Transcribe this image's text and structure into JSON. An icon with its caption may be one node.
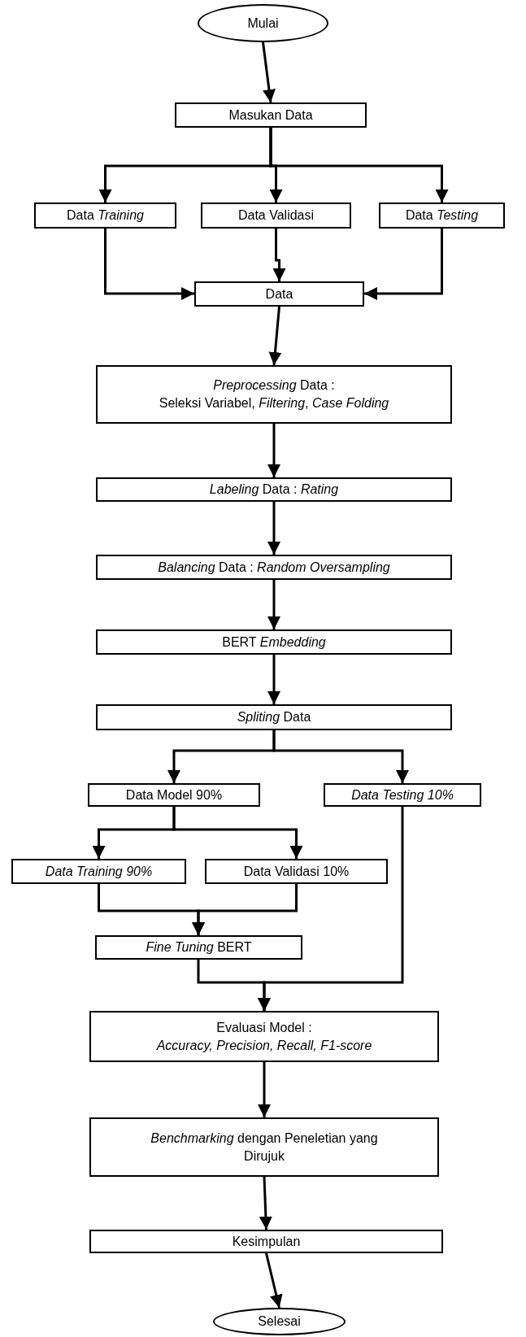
{
  "diagram": {
    "nodes": [
      {
        "text": [
          "Mulai"
        ]
      },
      {
        "text": [
          "Masukan Data"
        ]
      },
      {
        "text": [
          "Data *Training*"
        ]
      },
      {
        "text": [
          "Data Validasi"
        ]
      },
      {
        "text": [
          "Data *Testing*"
        ]
      },
      {
        "text": [
          "Data"
        ]
      },
      {
        "text": [
          "*Preprocessing* Data :",
          "Seleksi Variabel, *Filtering*, *Case Folding*"
        ]
      },
      {
        "text": [
          "*Labeling* Data : *Rating*"
        ]
      },
      {
        "text": [
          "*Balancing* Data : *Random Oversampling*"
        ]
      },
      {
        "text": [
          "BERT *Embedding*"
        ]
      },
      {
        "text": [
          "*Spliting* Data"
        ]
      },
      {
        "text": [
          "Data Model 90%"
        ]
      },
      {
        "text": [
          "*Data Testing 10%*"
        ]
      },
      {
        "text": [
          "*Data Training 90%*"
        ]
      },
      {
        "text": [
          "Data Validasi 10%"
        ]
      },
      {
        "text": [
          "*Fine Tuning* BERT"
        ]
      },
      {
        "text": [
          "Evaluasi Model :",
          "*Accuracy, Precision, Recall, F1-score*"
        ]
      },
      {
        "text": [
          "*Benchmarking* dengan Peneletian yang Dirujuk"
        ]
      },
      {
        "text": [
          "Kesimpulan"
        ]
      },
      {
        "text": [
          "Selesai"
        ]
      }
    ],
    "edges": [
      {
        "from": 0,
        "to": 1,
        "arrow": "to"
      },
      {
        "from": 1,
        "to": 2,
        "arrow": "to"
      },
      {
        "from": 1,
        "to": 3,
        "arrow": "to"
      },
      {
        "from": 1,
        "to": 4,
        "arrow": "to"
      },
      {
        "from": 2,
        "to": 5,
        "arrow": "to"
      },
      {
        "from": 3,
        "to": 5,
        "arrow": "to"
      },
      {
        "from": 4,
        "to": 5,
        "arrow": "to"
      },
      {
        "from": 5,
        "to": 6,
        "arrow": "to"
      },
      {
        "from": 6,
        "to": 7,
        "arrow": "to"
      },
      {
        "from": 7,
        "to": 8,
        "arrow": "to"
      },
      {
        "from": 8,
        "to": 9,
        "arrow": "to"
      },
      {
        "from": 9,
        "to": 10,
        "arrow": "to"
      },
      {
        "from": 10,
        "to": 11,
        "arrow": "to"
      },
      {
        "from": 10,
        "to": 12,
        "arrow": "to"
      },
      {
        "from": 11,
        "to": 13,
        "arrow": "to"
      },
      {
        "from": 11,
        "to": 14,
        "arrow": "to"
      },
      {
        "from": 13,
        "to": 15,
        "arrow": "to"
      },
      {
        "from": 14,
        "to": 15,
        "arrow": "to"
      },
      {
        "from": 15,
        "to": 16,
        "arrow": "to"
      },
      {
        "from": 12,
        "to": 16,
        "arrow": "to"
      },
      {
        "from": 16,
        "to": 17,
        "arrow": "to"
      },
      {
        "from": 17,
        "to": 18,
        "arrow": "to"
      },
      {
        "from": 18,
        "to": 19,
        "arrow": "to"
      }
    ]
  }
}
